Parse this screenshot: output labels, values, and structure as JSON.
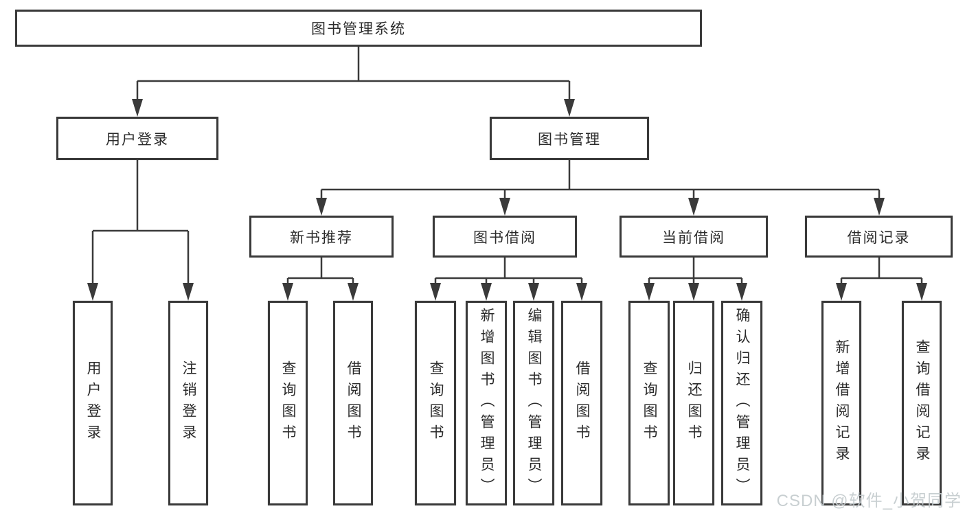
{
  "colors": {
    "line": "#3a3a3a",
    "text": "#2b2b2b",
    "box_bg": "#ffffff",
    "page_bg": "#ffffff",
    "watermark": "#c3cacd"
  },
  "watermark": {
    "text": "CSDN @软件_小贺同学"
  },
  "tree": {
    "root": "图书管理系统",
    "user_login": "用户登录",
    "book_management": "图书管理",
    "new_book_recommend": "新书推荐",
    "book_borrow": "图书借阅",
    "current_borrow": "当前借阅",
    "borrow_records": "借阅记录",
    "leaves": {
      "login": [
        "用户登录",
        "注销登录"
      ],
      "newbooks": [
        "查询图书",
        "借阅图书"
      ],
      "borrow": [
        "查询图书",
        "新增图书（管理员）",
        "编辑图书（管理员）",
        "借阅图书"
      ],
      "current": [
        "查询图书",
        "归还图书",
        "确认归还（管理员）"
      ],
      "records": [
        "新增借阅记录",
        "查询借阅记录"
      ]
    }
  }
}
